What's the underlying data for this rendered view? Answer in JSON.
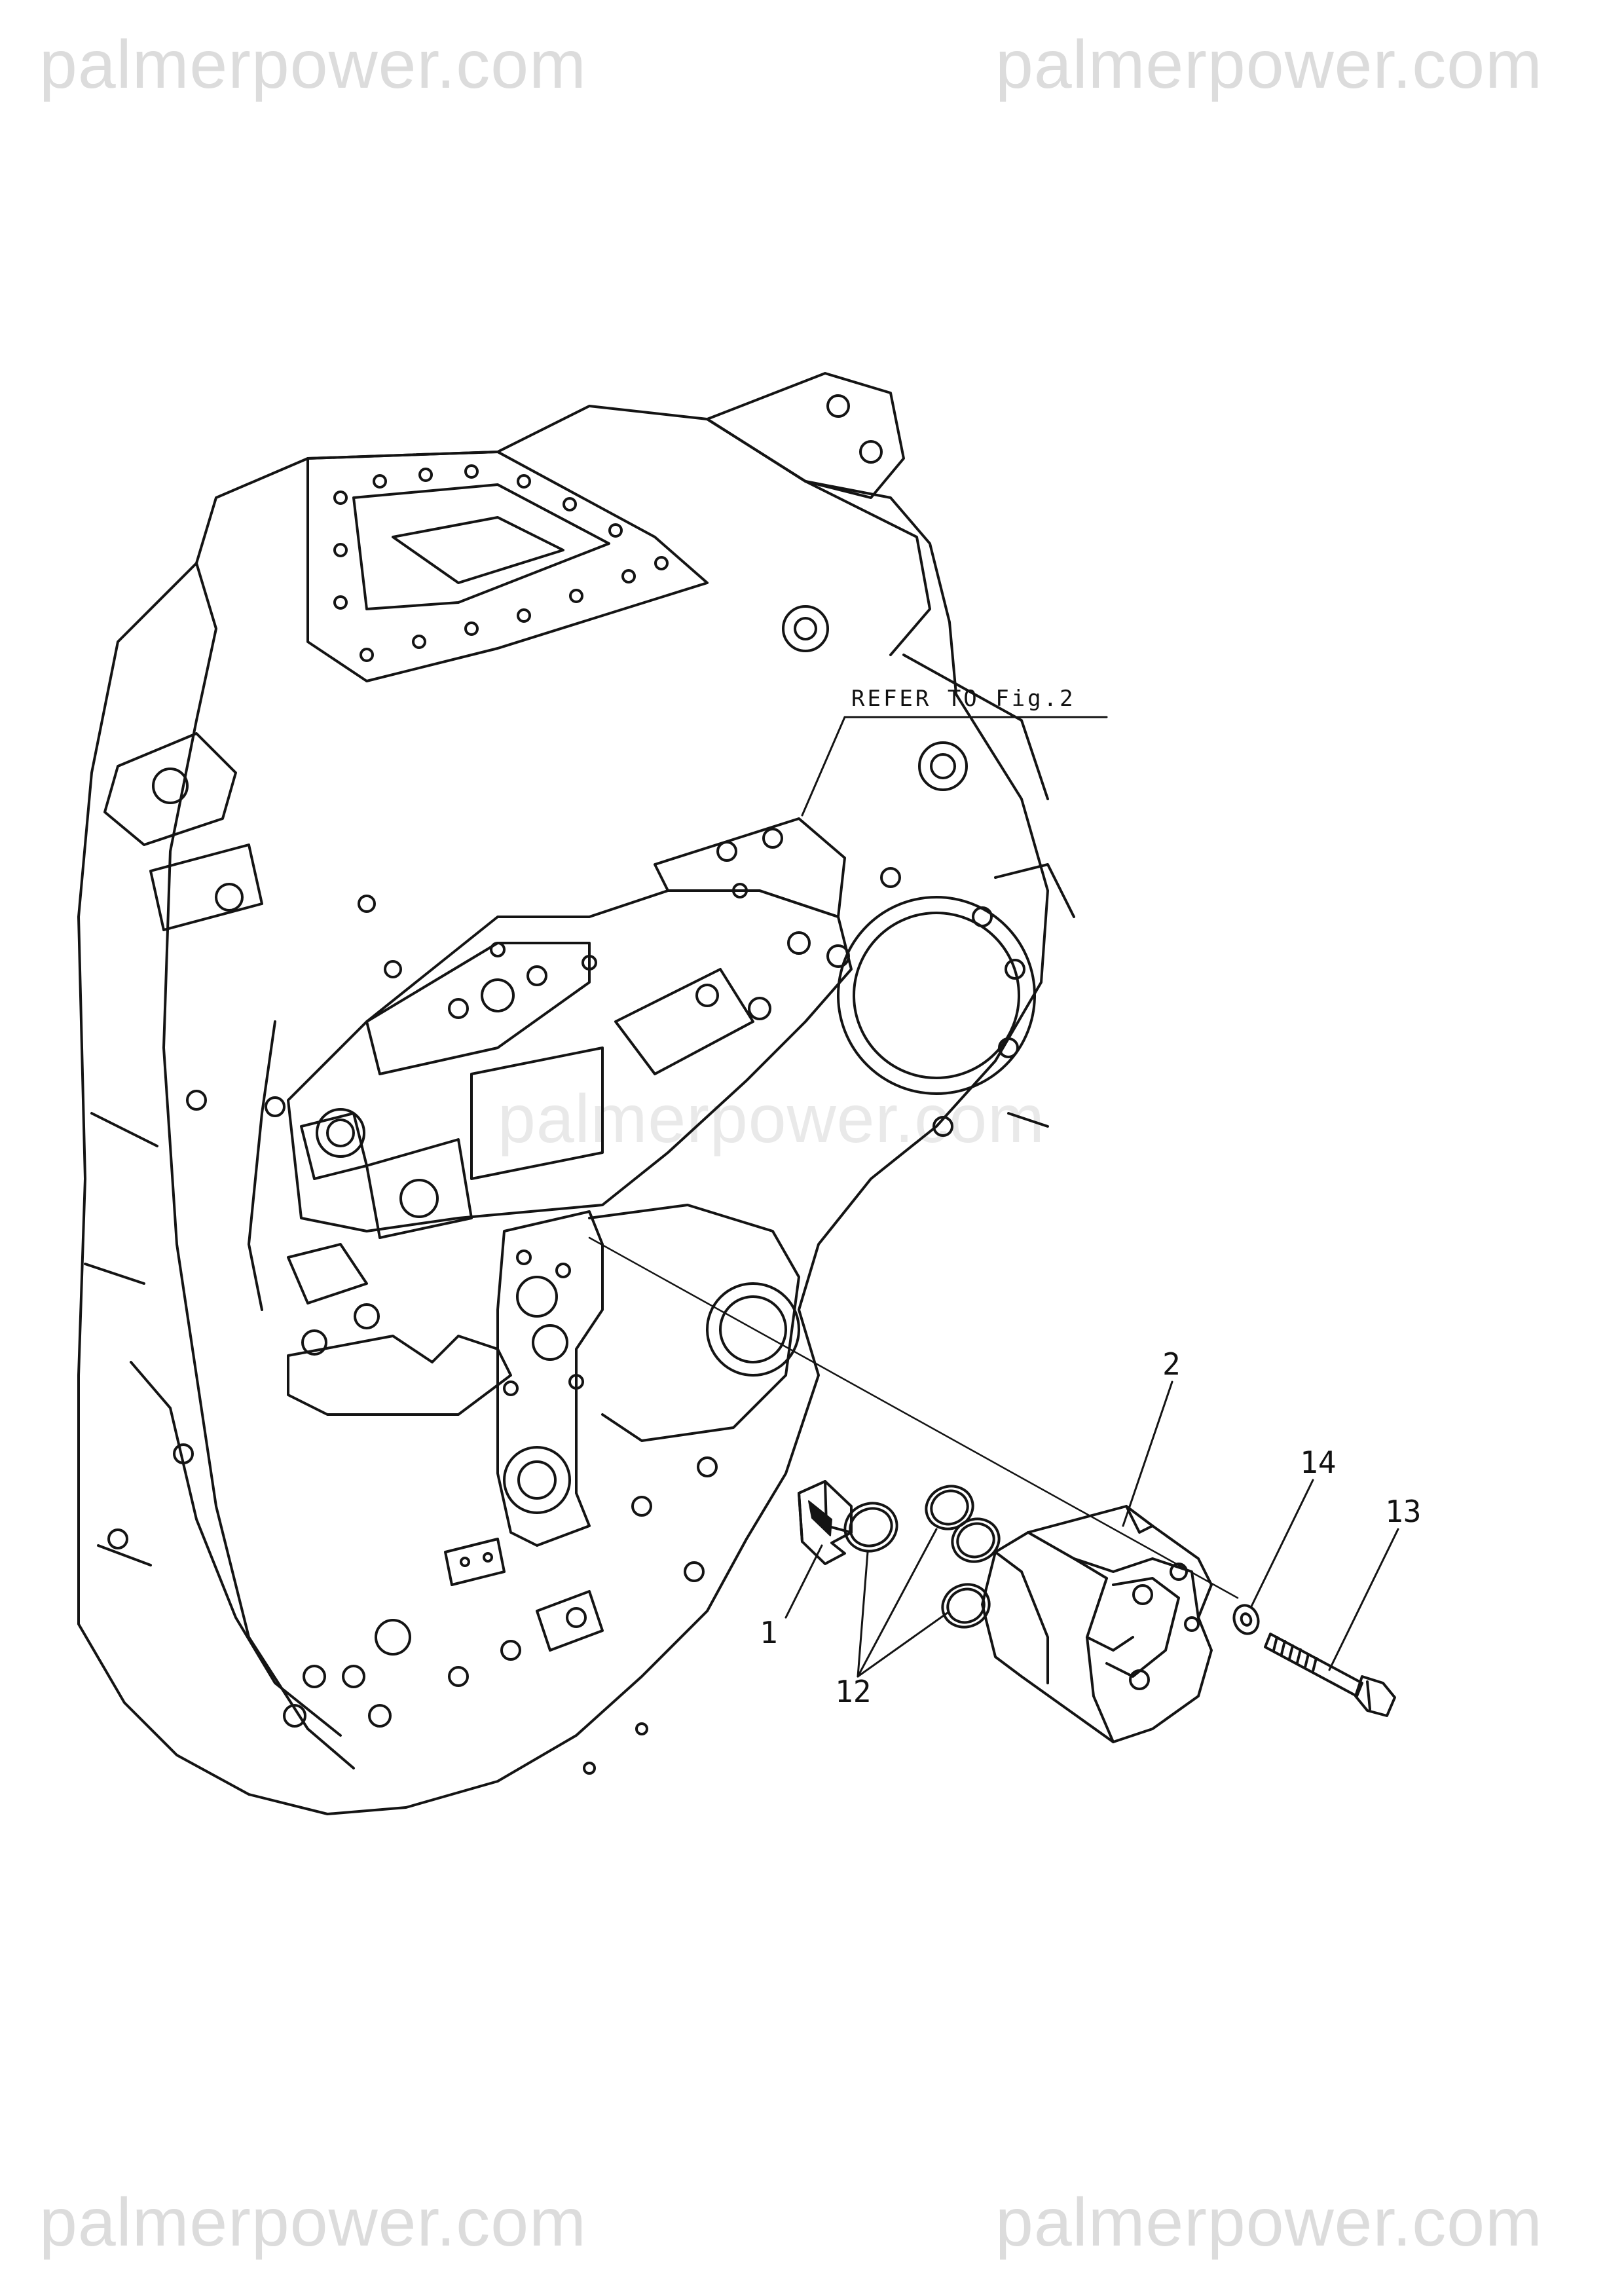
{
  "watermarks": {
    "top_left": "palmerpower.com",
    "top_right": "palmerpower.com",
    "center": "palmerpower.com",
    "bottom_left": "palmerpower.com",
    "bottom_right": "palmerpower.com"
  },
  "reference_note": "REFER TO Fig.2",
  "callouts": {
    "part_1": "1",
    "part_2": "2",
    "part_12": "12",
    "part_13": "13",
    "part_14": "14"
  }
}
